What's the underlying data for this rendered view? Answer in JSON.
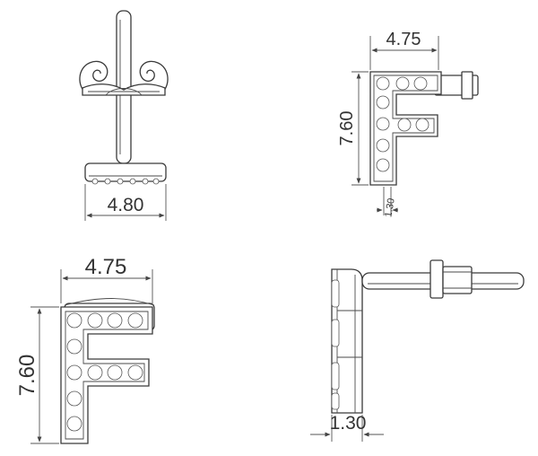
{
  "views": {
    "front_view": {
      "width_label": "4.80"
    },
    "top_right_view": {
      "width_label": "4.75",
      "height_label": "7.60",
      "depth_label": "1.30"
    },
    "bottom_left_view": {
      "width_label": "4.75",
      "height_label": "7.60"
    },
    "side_view": {
      "depth_label": "1.30"
    }
  },
  "colors": {
    "line": "#3a3a3a",
    "dimension": "#555555",
    "background": "#ffffff"
  }
}
